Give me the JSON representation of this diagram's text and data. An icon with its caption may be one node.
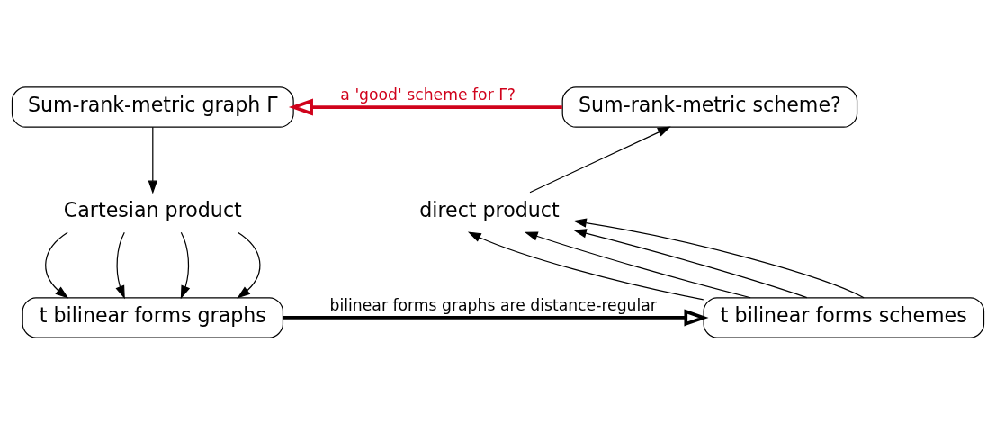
{
  "diagram": {
    "nodes": [
      {
        "text": [
          "Sum-rank-metric graph Γ"
        ]
      },
      {
        "text": [
          "Sum-rank-metric scheme?"
        ]
      },
      {
        "text": [
          "Cartesian product"
        ]
      },
      {
        "text": [
          "direct product"
        ]
      },
      {
        "text": [
          "t bilinear forms graphs"
        ]
      },
      {
        "text": [
          "t bilinear forms schemes"
        ]
      }
    ],
    "edges": [
      {
        "from": 0,
        "to": 2,
        "arrow": "to"
      },
      {
        "from": 2,
        "to": 4,
        "arrow": "to"
      },
      {
        "from": 2,
        "to": 4,
        "arrow": "to"
      },
      {
        "from": 2,
        "to": 4,
        "arrow": "to"
      },
      {
        "from": 2,
        "to": 4,
        "arrow": "to"
      },
      {
        "from": 5,
        "to": 3,
        "arrow": "to"
      },
      {
        "from": 5,
        "to": 3,
        "arrow": "to"
      },
      {
        "from": 5,
        "to": 3,
        "arrow": "to"
      },
      {
        "from": 5,
        "to": 3,
        "arrow": "to"
      },
      {
        "from": 3,
        "to": 1,
        "arrow": "to"
      },
      {
        "from": 4,
        "to": 5,
        "arrow": "to",
        "label": "bilinear forms graphs are distance-regular",
        "style": "thick"
      },
      {
        "from": 1,
        "to": 0,
        "arrow": "to",
        "label": "a 'good' scheme for Γ?",
        "style": "thick",
        "color": "#d0021b"
      }
    ]
  }
}
